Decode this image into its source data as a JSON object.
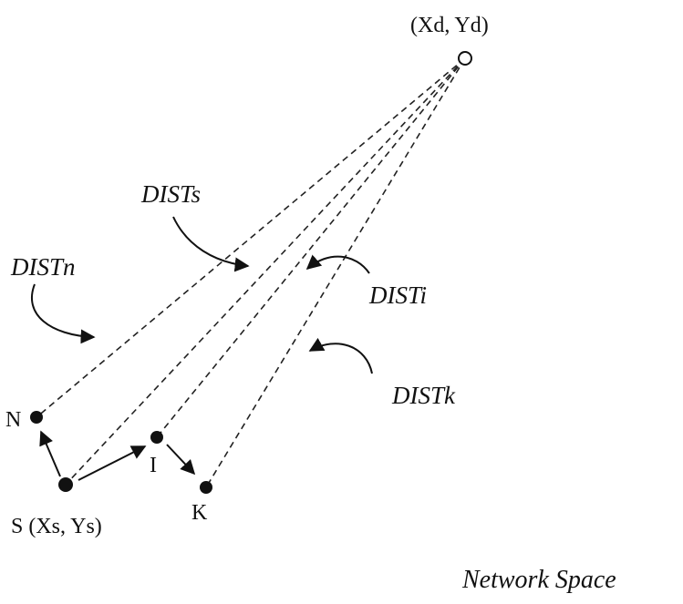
{
  "diagram": {
    "destination": {
      "label": "(Xd, Yd)"
    },
    "nodes": {
      "source": {
        "label": "S (Xs, Ys)"
      },
      "n": {
        "label": "N"
      },
      "i": {
        "label": "I"
      },
      "k": {
        "label": "K"
      }
    },
    "distances": {
      "s": "DISTs",
      "n": "DISTn",
      "i": "DISTi",
      "k": "DISTk"
    },
    "footer": "Network Space",
    "colors": {
      "ink": "#111111",
      "background": "#ffffff"
    }
  }
}
